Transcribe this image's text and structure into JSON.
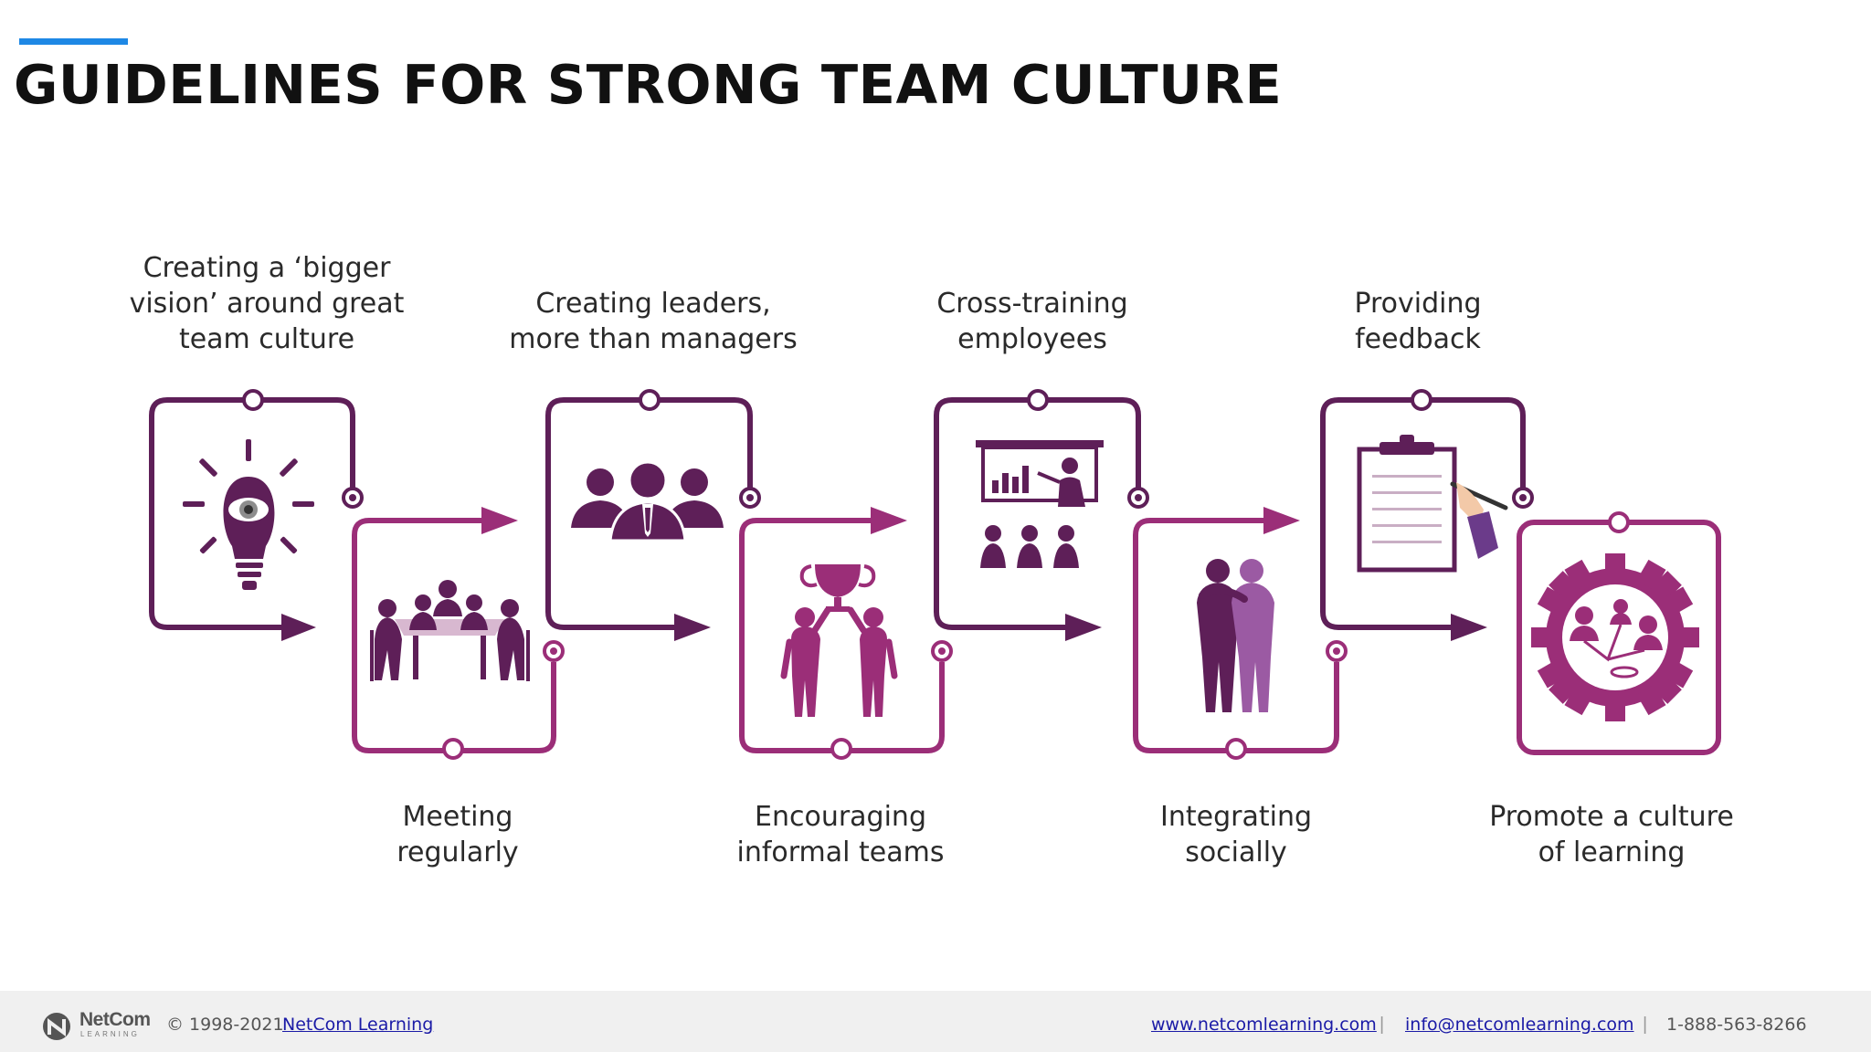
{
  "header": {
    "title": "GUIDELINES FOR STRONG TEAM CULTURE"
  },
  "colors": {
    "accent_bar": "#1e88e5",
    "path_light": "#9b2e78",
    "path_dark": "#5e1f58",
    "icon_fill": "#5e1f58"
  },
  "steps": [
    {
      "label_lines": [
        "Creating a ‘bigger",
        "vision’ around great",
        "team culture"
      ],
      "icon": "lightbulb-eye-icon"
    },
    {
      "label_lines": [
        "Meeting",
        "regularly"
      ],
      "icon": "meeting-table-icon"
    },
    {
      "label_lines": [
        "Creating leaders,",
        "more than managers"
      ],
      "icon": "leaders-group-icon"
    },
    {
      "label_lines": [
        "Encouraging",
        "informal teams"
      ],
      "icon": "trophy-team-icon"
    },
    {
      "label_lines": [
        "Cross-training",
        "employees"
      ],
      "icon": "presentation-training-icon"
    },
    {
      "label_lines": [
        "Integrating",
        "socially"
      ],
      "icon": "friends-embrace-icon"
    },
    {
      "label_lines": [
        "Providing",
        "feedback"
      ],
      "icon": "clipboard-feedback-icon"
    },
    {
      "label_lines": [
        "Promote a culture",
        "of learning"
      ],
      "icon": "gear-people-icon"
    }
  ],
  "footer": {
    "logo_name": "NetCom",
    "logo_sub": "LEARNING",
    "copyright": "©  1998-2021",
    "company_link": "NetCom Learning",
    "website": "www.netcomlearning.com",
    "email": "info@netcomlearning.com",
    "phone": "1-888-563-8266",
    "separator": "|"
  }
}
